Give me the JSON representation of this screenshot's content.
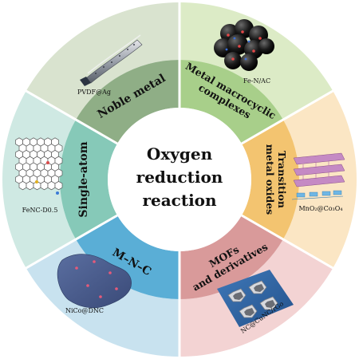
{
  "center": {
    "lines": [
      "Oxygen",
      "reduction",
      "reaction"
    ]
  },
  "categories": [
    {
      "key": "noble",
      "ring_lines": [
        "Noble metal"
      ],
      "sample": "PVDF@Ag",
      "outer_color": "#d9e3cf",
      "inner_color": "#8fae86"
    },
    {
      "key": "macro",
      "ring_lines": [
        "Metal macrocyclic",
        "complexes"
      ],
      "sample": "Fe-N/AC",
      "outer_color": "#dcebc6",
      "inner_color": "#a8cf8a"
    },
    {
      "key": "tmo",
      "ring_lines": [
        "Transition",
        "metal oxides"
      ],
      "sample": "MnO₂@Co₃O₄",
      "outer_color": "#fbe6c4",
      "inner_color": "#f3c470"
    },
    {
      "key": "mof",
      "ring_lines": [
        "MOFs",
        "and derivatives"
      ],
      "sample": "NC@CuNC/rGo",
      "outer_color": "#f3d3d3",
      "inner_color": "#d99a9a"
    },
    {
      "key": "mnc",
      "ring_lines": [
        "M–N–C"
      ],
      "sample": "NiCo@DNC",
      "outer_color": "#c8e2ef",
      "inner_color": "#5aaed6"
    },
    {
      "key": "single",
      "ring_lines": [
        "Single-atom"
      ],
      "sample": "FeNC-D0.5",
      "outer_color": "#cfe9e3",
      "inner_color": "#86c9b8"
    }
  ]
}
